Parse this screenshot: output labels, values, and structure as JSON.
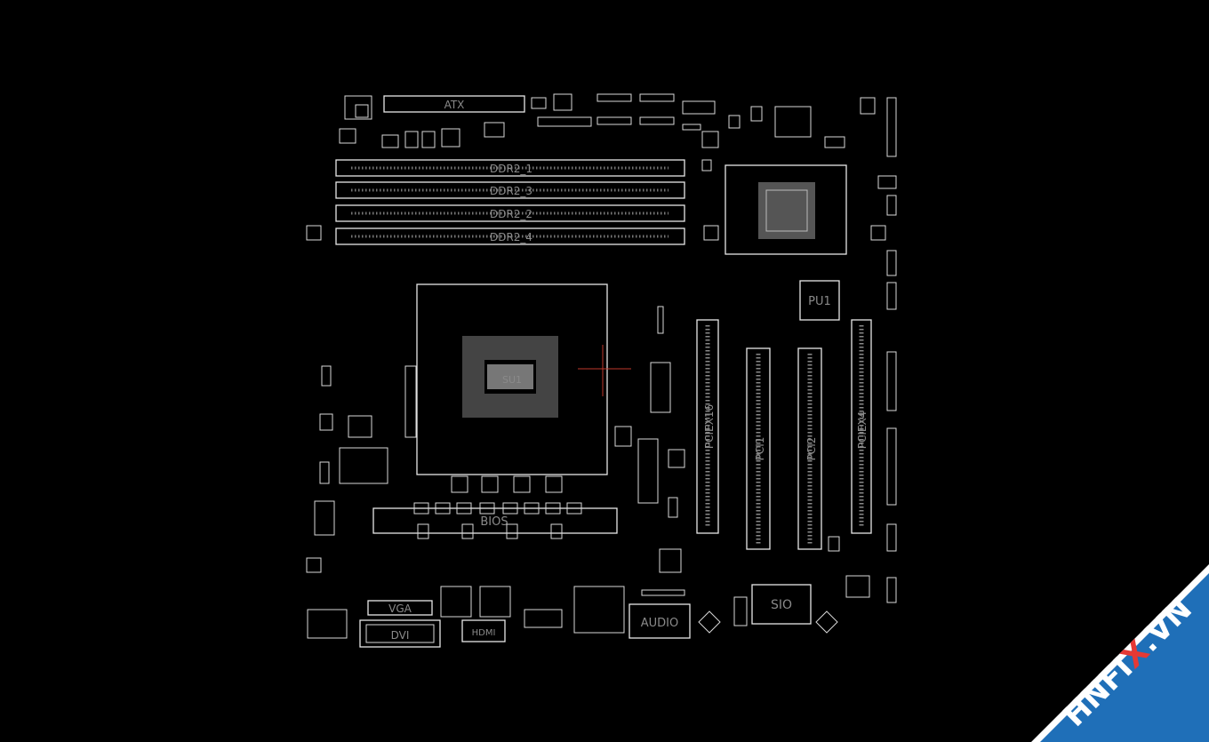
{
  "colors": {
    "background": "#000000",
    "outline": "#e8e8e8",
    "label": "#8a8a8a",
    "cursor": "#c0392b",
    "watermark_band": "#1f6fb8",
    "watermark_accent": "#e53935"
  },
  "labels": {
    "atx": "ATX",
    "ddr1": "DDR2_1",
    "ddr2": "DDR2_2",
    "ddr3": "DDR2_3",
    "ddr4": "DDR2_4",
    "cpu": "PU1",
    "pciex16": "PCIEX16",
    "pci1": "PCI1",
    "pci2": "PCI2",
    "pciex4": "PCIEX4",
    "vga": "VGA",
    "dvi": "DVI",
    "hdmi": "HDMI",
    "audio": "AUDIO",
    "sio": "SIO",
    "bios": "BIOS",
    "cpu_socket": "SU1"
  },
  "watermark": {
    "part1": "HNFI",
    "part2": "X",
    "part3": ".VN"
  }
}
